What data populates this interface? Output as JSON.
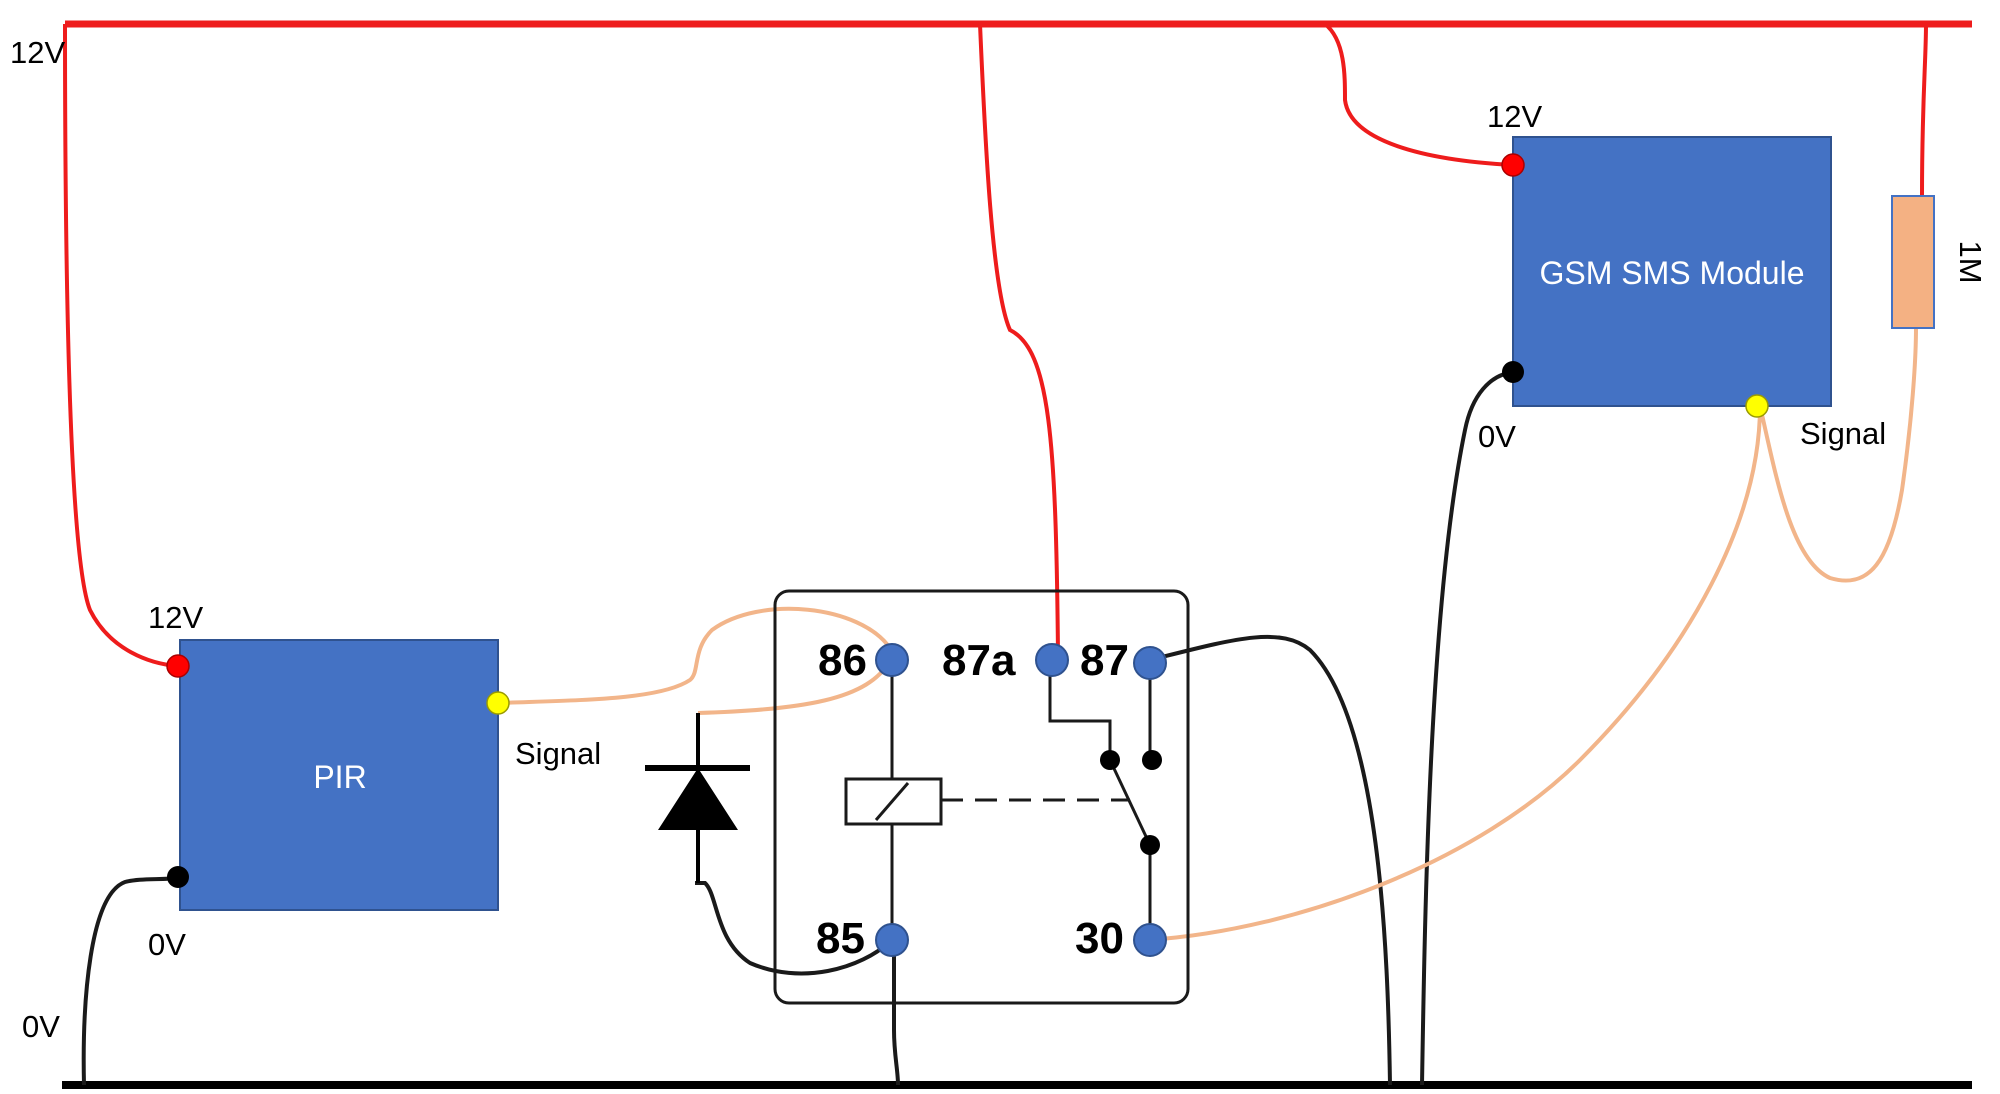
{
  "labels": {
    "rail_12v": "12V",
    "rail_0v": "0V",
    "pir_12v": "12V",
    "pir_0v": "0V",
    "pir_signal": "Signal",
    "pir_name": "PIR",
    "gsm_12v": "12V",
    "gsm_0v": "0V",
    "gsm_signal": "Signal",
    "gsm_name": "GSM SMS Module",
    "resistor": "1M",
    "relay_86": "86",
    "relay_87a": "87a",
    "relay_87": "87",
    "relay_85": "85",
    "relay_30": "30"
  },
  "colors": {
    "positive_wire": "#ee1c1c",
    "ground_wire": "#1a1a1a",
    "signal_wire": "#f2b58a",
    "module_fill": "#4472c4",
    "module_stroke": "#2f528f",
    "relay_pin": "#4472c4",
    "terminal_12v": "#ff0000",
    "terminal_signal": "#ffff00",
    "terminal_0v": "#000000",
    "resistor_fill": "#f4b183"
  }
}
